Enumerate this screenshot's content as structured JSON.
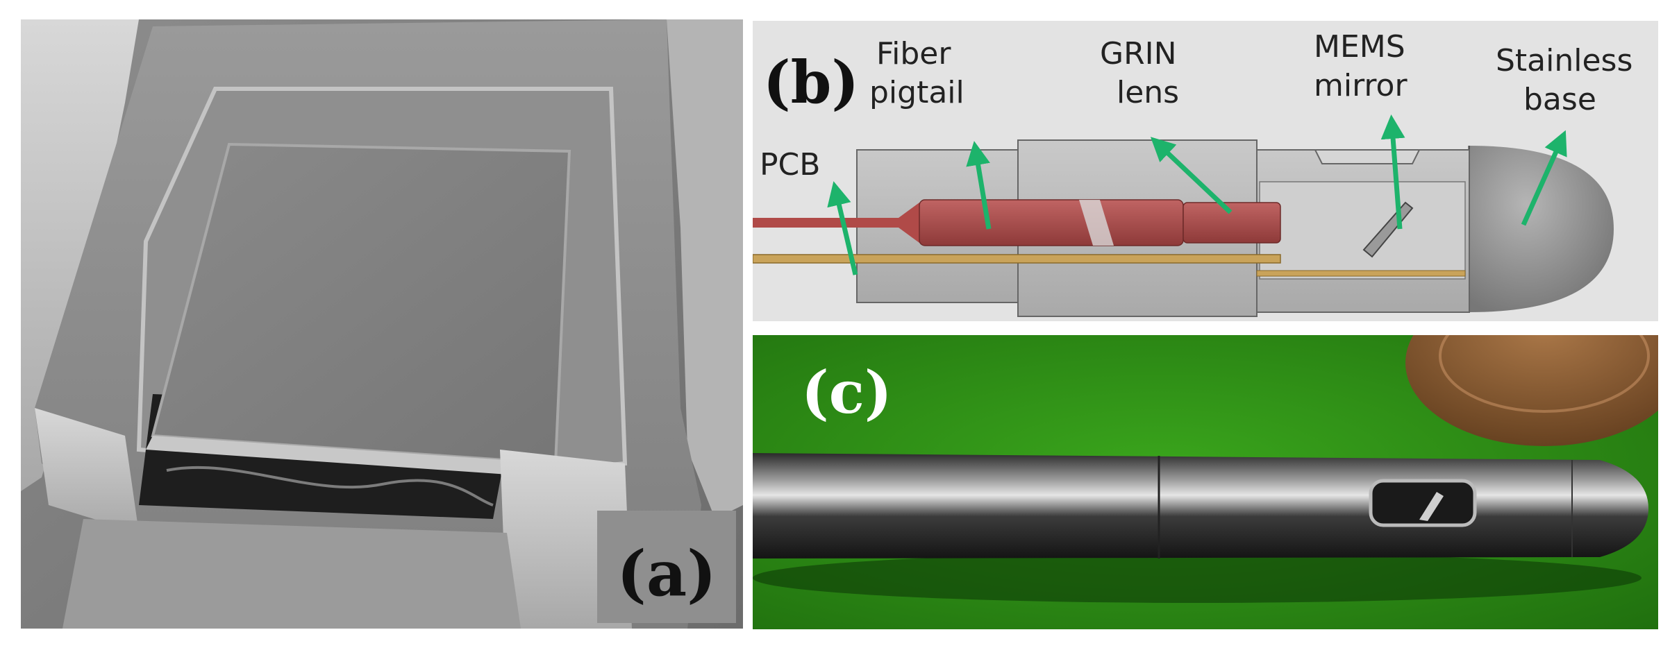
{
  "panels": {
    "a": {
      "label": "(a)"
    },
    "b": {
      "label": "(b)",
      "callouts": [
        {
          "id": "pcb",
          "lines": [
            "PCB"
          ]
        },
        {
          "id": "fiber",
          "lines": [
            "Fiber",
            "pigtail"
          ]
        },
        {
          "id": "grin",
          "lines": [
            "GRIN",
            "lens"
          ]
        },
        {
          "id": "mems",
          "lines": [
            "MEMS",
            "mirror"
          ]
        },
        {
          "id": "stainless",
          "lines": [
            "Stainless",
            "base"
          ]
        }
      ]
    },
    "c": {
      "label": "(c)"
    }
  },
  "colors": {
    "arrow": "#1db36b",
    "fiber": "#a94a48",
    "pcb_board": "#c9a35a",
    "housing": "#b9b9b9",
    "green_background": "#2f8c18",
    "coin": "#8a4a2a"
  }
}
